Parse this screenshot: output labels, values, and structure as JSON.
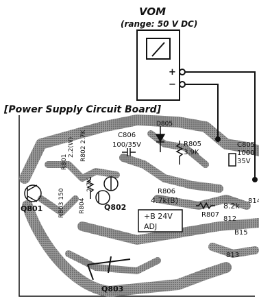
{
  "meter": {
    "name": "VOM",
    "range": "(range: 50 V DC)",
    "plus": "+",
    "minus": "−"
  },
  "board": {
    "title": "[Power Supply Circuit Board]"
  },
  "components": {
    "c806_name": "C806",
    "c806_value": "100/35V",
    "d805": "D805",
    "r805_name": "R805",
    "r805_value": "3.9K",
    "c805_name": "C805",
    "c805_value1": "1000",
    "c805_value2": "35V",
    "r801": "R801",
    "r801_value": "2.2(W)",
    "r802": "R802 2.7K",
    "r803": "R803 150",
    "r804": "R804",
    "r804_value": "2.7K",
    "r806_name": "R806",
    "r806_value": "4.7k(B)",
    "r807": "R807",
    "r807_value": "8.2k",
    "q801": "Q801",
    "q802": "Q802",
    "q803": "Q803",
    "adj_line1": "+B 24V",
    "adj_line2": "ADJ",
    "pt812": "812",
    "pt813": "813",
    "pt814": "814",
    "b15": "B15"
  },
  "colors": {
    "ink": "#111111",
    "copper": "#8a8a8a",
    "copper_dark": "#5e5e5e",
    "paper": "#ffffff"
  }
}
